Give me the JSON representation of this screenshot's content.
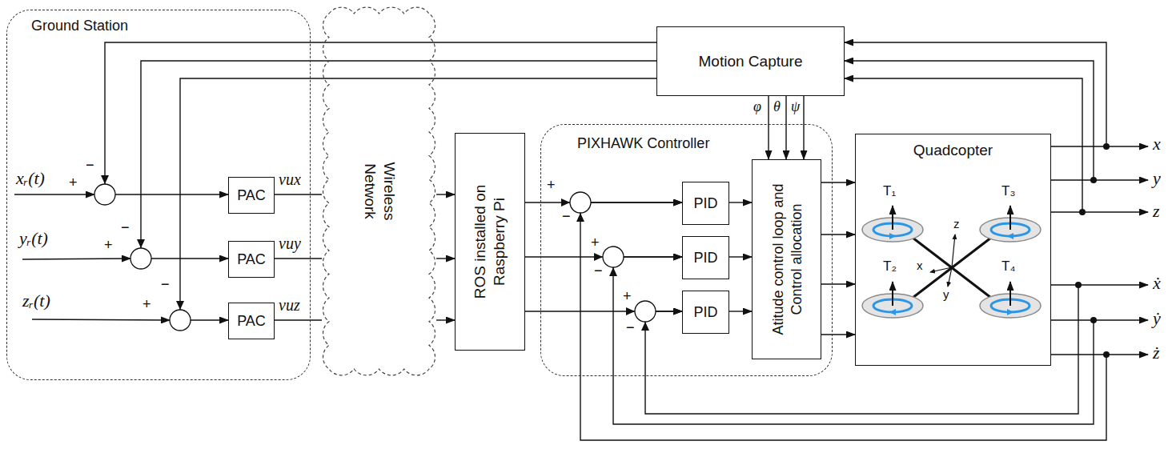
{
  "diagram": {
    "nodes": [
      {
        "text": [
          "Ground Station"
        ]
      },
      {
        "text": [
          "PAC"
        ],
        "in": 0
      },
      {
        "text": [
          "PAC"
        ],
        "in": 0
      },
      {
        "text": [
          "PAC"
        ],
        "in": 0
      },
      {
        "text": [
          "Wireless Network"
        ]
      },
      {
        "text": [
          "ROS installed on Raspberry Pi"
        ]
      },
      {
        "text": [
          "PIXHAWK Controller"
        ]
      },
      {
        "text": [
          "PID"
        ],
        "in": 6
      },
      {
        "text": [
          "PID"
        ],
        "in": 6
      },
      {
        "text": [
          "PID"
        ],
        "in": 6
      },
      {
        "text": [
          "Atitude control loop and Control allocation"
        ],
        "in": 6
      },
      {
        "text": [
          "Motion Capture"
        ]
      },
      {
        "text": [
          "Quadcopter"
        ]
      }
    ],
    "edges": [
      {
        "from": 1,
        "to": 4,
        "arrow": "none",
        "label": "vux"
      },
      {
        "from": 2,
        "to": 4,
        "arrow": "none",
        "label": "vuy"
      },
      {
        "from": 3,
        "to": 4,
        "arrow": "none",
        "label": "vuz"
      },
      {
        "from": 4,
        "to": 5,
        "arrow": "to"
      },
      {
        "from": 4,
        "to": 5,
        "arrow": "to"
      },
      {
        "from": 4,
        "to": 5,
        "arrow": "to"
      },
      {
        "from": 5,
        "to": 7,
        "arrow": "to"
      },
      {
        "from": 5,
        "to": 8,
        "arrow": "to"
      },
      {
        "from": 5,
        "to": 9,
        "arrow": "to"
      },
      {
        "from": 7,
        "to": 10,
        "arrow": "to"
      },
      {
        "from": 8,
        "to": 10,
        "arrow": "to"
      },
      {
        "from": 9,
        "to": 10,
        "arrow": "to"
      },
      {
        "from": 10,
        "to": 12,
        "arrow": "to"
      },
      {
        "from": 10,
        "to": 12,
        "arrow": "to"
      },
      {
        "from": 10,
        "to": 12,
        "arrow": "to"
      },
      {
        "from": 10,
        "to": 12,
        "arrow": "to"
      },
      {
        "from": 11,
        "to": 10,
        "arrow": "to",
        "label": "φ"
      },
      {
        "from": 11,
        "to": 10,
        "arrow": "to",
        "label": "θ"
      },
      {
        "from": 11,
        "to": 10,
        "arrow": "to",
        "label": "ψ"
      },
      {
        "from": 12,
        "to": 11,
        "arrow": "to"
      },
      {
        "from": 12,
        "to": 11,
        "arrow": "to"
      },
      {
        "from": 12,
        "to": 11,
        "arrow": "to"
      },
      {
        "from": 11,
        "to": 1,
        "arrow": "to"
      },
      {
        "from": 11,
        "to": 2,
        "arrow": "to"
      },
      {
        "from": 11,
        "to": 3,
        "arrow": "to"
      },
      {
        "from": 12,
        "to": 9,
        "arrow": "to"
      },
      {
        "from": 12,
        "to": 8,
        "arrow": "to"
      },
      {
        "from": 12,
        "to": 7,
        "arrow": "to"
      }
    ],
    "labels": [
      "xᵣ(t)",
      "+",
      "−",
      "yᵣ(t)",
      "+",
      "−",
      "zᵣ(t)",
      "+",
      "−",
      "+",
      "−",
      "+",
      "−",
      "+",
      "−",
      "T₁",
      "T₃",
      "T₂",
      "T₄",
      "z",
      "x",
      "y",
      "x",
      "y",
      "z",
      "ẋ",
      "ẏ",
      "ż"
    ]
  }
}
